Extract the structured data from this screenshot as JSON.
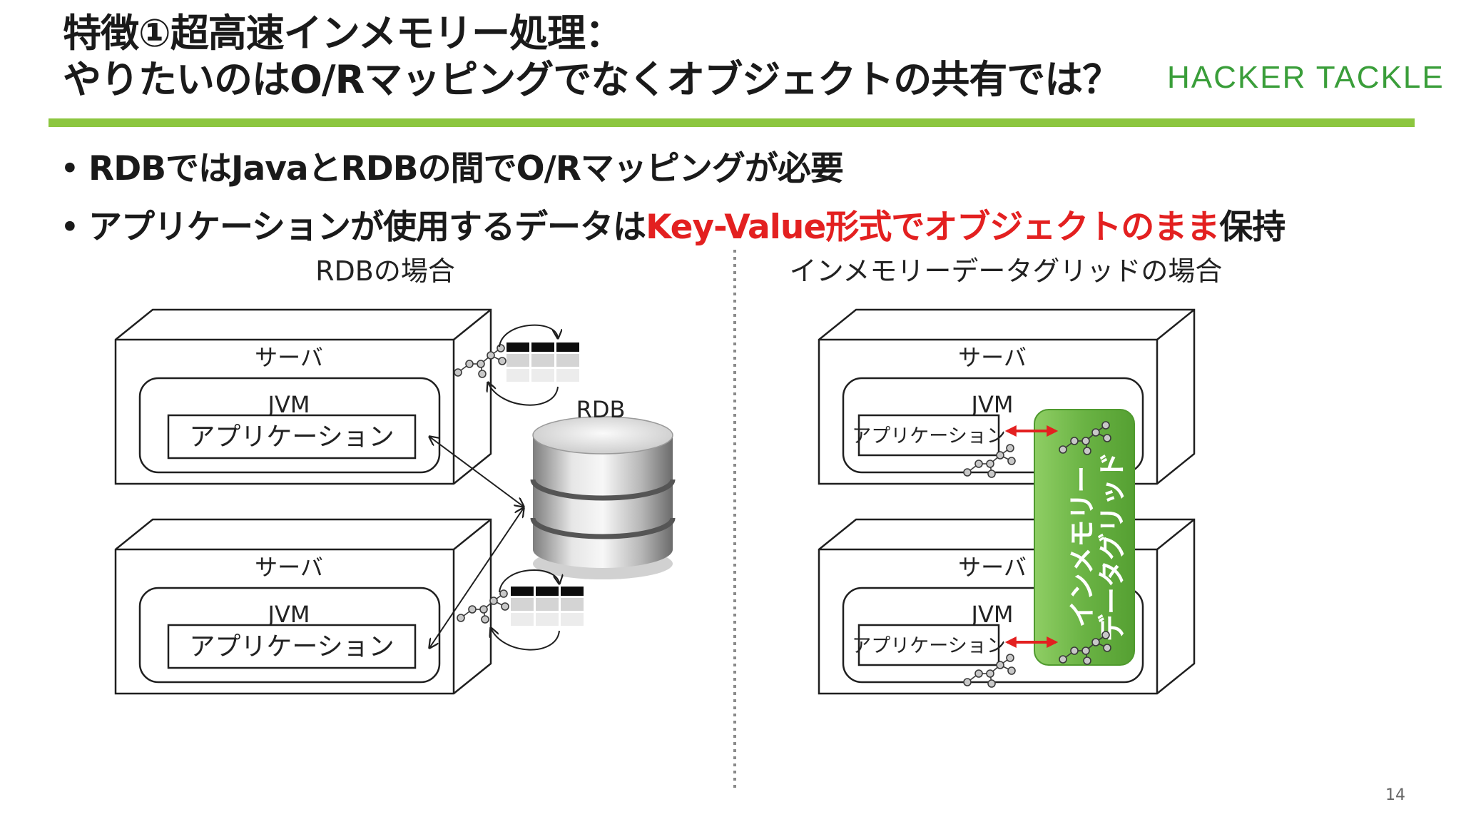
{
  "slide": {
    "title_line1": "特徴①超高速インメモリー処理：",
    "title_line2": "やりたいのはO/Rマッピングでなくオブジェクトの共有では？",
    "logo": "HACKER TACKLE",
    "page_number": "14",
    "accent_color": "#e32020",
    "brand_color": "#8cc63f"
  },
  "bullets": [
    {
      "dot": "•",
      "text": "RDBではJavaとRDBの間でO/Rマッピングが必要"
    },
    {
      "dot": "•",
      "pre": "アプリケーションが使用するデータは",
      "highlight": "Key-Value形式でオブジェクトのまま",
      "post": "保持"
    }
  ],
  "diagram": {
    "left_caption": "RDBの場合",
    "right_caption": "インメモリーデータグリッドの場合",
    "server_label": "サーバ",
    "jvm_label": "JVM",
    "app_label": "アプリケーション",
    "rdb_label": "RDB",
    "grid_label_line1": "インメモリー",
    "grid_label_line2": "データグリッド",
    "grid_color": "#6ab344",
    "icons": [
      "object-graph-icon",
      "table-icon",
      "cycle-arrow-icon",
      "database-icon",
      "double-arrow-icon"
    ]
  }
}
